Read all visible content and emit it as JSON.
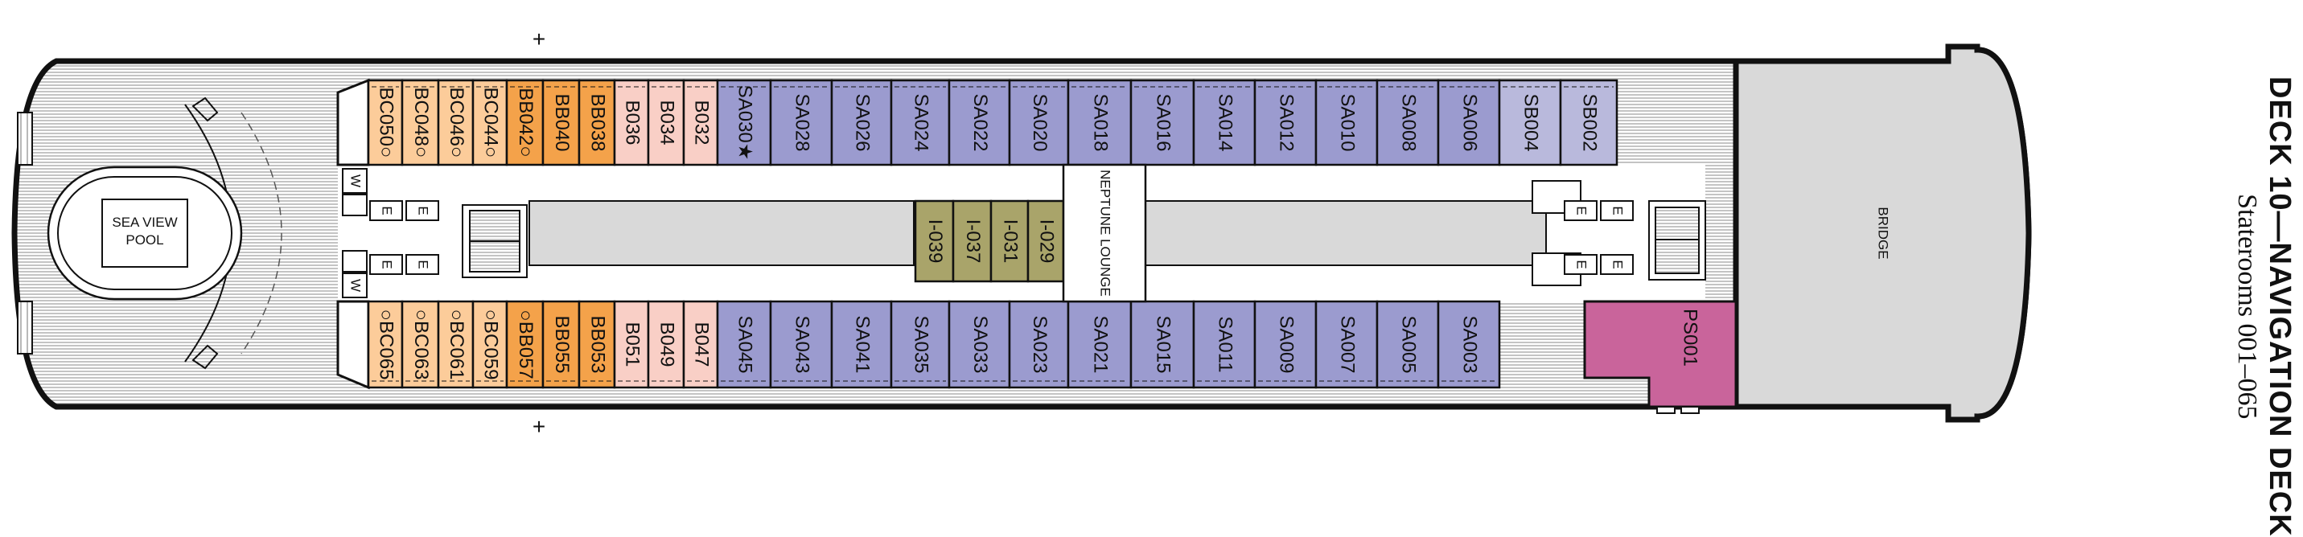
{
  "deck": {
    "title": "DECK 10—NAVIGATION DECK",
    "subtitle": "Staterooms 001–065"
  },
  "labels": {
    "pool": "SEA VIEW POOL",
    "lounge": "NEPTUNE LOUNGE",
    "bridge": "BRIDGE",
    "plus": "+",
    "w": "W",
    "e": "E"
  },
  "colors": {
    "hull": "#111111",
    "deck_lines": "#8a8a8a",
    "bc": "#fccc9a",
    "bb": "#f4a24a",
    "b": "#f9cfc6",
    "sa": "#9b9bcf",
    "sb": "#b9b9dc",
    "ps": "#c9649b",
    "interior": "#a9a46a",
    "bridge": "#d9d9d9"
  },
  "cabins_top": [
    {
      "id": "BC050○",
      "cat": "bc"
    },
    {
      "id": "BC048○",
      "cat": "bc"
    },
    {
      "id": "BC046○",
      "cat": "bc"
    },
    {
      "id": "BC044○",
      "cat": "bc"
    },
    {
      "id": "BB042○",
      "cat": "bb"
    },
    {
      "id": "BB040",
      "cat": "bb"
    },
    {
      "id": "BB038",
      "cat": "bb"
    },
    {
      "id": "B036",
      "cat": "b"
    },
    {
      "id": "B034",
      "cat": "b"
    },
    {
      "id": "B032",
      "cat": "b"
    },
    {
      "id": "SA030★",
      "cat": "sa"
    },
    {
      "id": "SA028",
      "cat": "sa"
    },
    {
      "id": "SA026",
      "cat": "sa"
    },
    {
      "id": "SA024",
      "cat": "sa"
    },
    {
      "id": "SA022",
      "cat": "sa"
    },
    {
      "id": "SA020",
      "cat": "sa"
    },
    {
      "id": "SA018",
      "cat": "sa"
    },
    {
      "id": "SA016",
      "cat": "sa"
    },
    {
      "id": "SA014",
      "cat": "sa"
    },
    {
      "id": "SA012",
      "cat": "sa"
    },
    {
      "id": "SA010",
      "cat": "sa"
    },
    {
      "id": "SA008",
      "cat": "sa"
    },
    {
      "id": "SA006",
      "cat": "sa"
    },
    {
      "id": "SB004",
      "cat": "sb"
    },
    {
      "id": "SB002",
      "cat": "sb"
    }
  ],
  "cabins_bottom": [
    {
      "id": "○BC065",
      "cat": "bc"
    },
    {
      "id": "○BC063",
      "cat": "bc"
    },
    {
      "id": "○BC061",
      "cat": "bc"
    },
    {
      "id": "○BC059",
      "cat": "bc"
    },
    {
      "id": "○BB057",
      "cat": "bb"
    },
    {
      "id": "BB055",
      "cat": "bb"
    },
    {
      "id": "BB053",
      "cat": "bb"
    },
    {
      "id": "B051",
      "cat": "b"
    },
    {
      "id": "B049",
      "cat": "b"
    },
    {
      "id": "B047",
      "cat": "b"
    },
    {
      "id": "SA045",
      "cat": "sa"
    },
    {
      "id": "SA043",
      "cat": "sa"
    },
    {
      "id": "SA041",
      "cat": "sa"
    },
    {
      "id": "SA035",
      "cat": "sa"
    },
    {
      "id": "SA033",
      "cat": "sa"
    },
    {
      "id": "SA023",
      "cat": "sa"
    },
    {
      "id": "SA021",
      "cat": "sa"
    },
    {
      "id": "SA015",
      "cat": "sa"
    },
    {
      "id": "SA011",
      "cat": "sa"
    },
    {
      "id": "SA009",
      "cat": "sa"
    },
    {
      "id": "SA007",
      "cat": "sa"
    },
    {
      "id": "SA005",
      "cat": "sa"
    },
    {
      "id": "SA003",
      "cat": "sa"
    }
  ],
  "interior_cabins": [
    {
      "id": "I-039",
      "cat": "interior"
    },
    {
      "id": "I-037",
      "cat": "interior"
    },
    {
      "id": "I-031",
      "cat": "interior"
    },
    {
      "id": "I-029",
      "cat": "interior"
    }
  ],
  "suite": {
    "id": "PS001",
    "cat": "ps"
  }
}
